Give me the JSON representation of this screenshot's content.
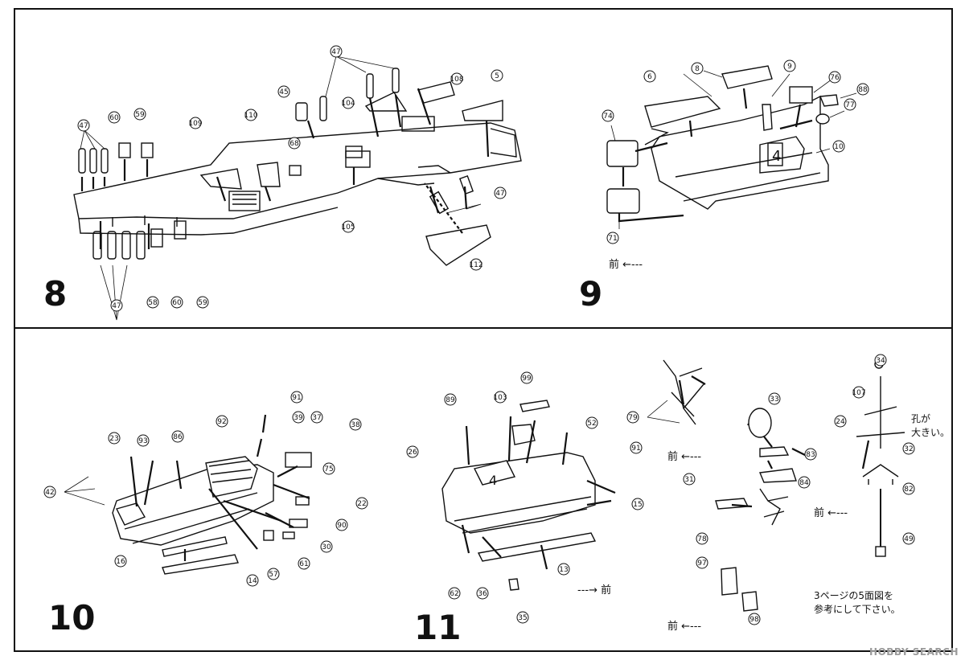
{
  "steps": [
    {
      "number": "8"
    },
    {
      "number": "9"
    },
    {
      "number": "10"
    },
    {
      "number": "11"
    }
  ],
  "front_label": "前",
  "note_hole": [
    "孔が",
    "大きい。"
  ],
  "note_ref": [
    "3ページの5面図を",
    "参考にして下さい。"
  ],
  "watermark": "HOBBY SEARCH",
  "parts": {
    "step8": [
      "47",
      "60",
      "59",
      "45",
      "47",
      "104",
      "108",
      "5",
      "109",
      "110",
      "68",
      "47",
      "47",
      "112",
      "105",
      "58",
      "60",
      "59"
    ],
    "step9": [
      "8",
      "9",
      "6",
      "76",
      "88",
      "77",
      "74",
      "10",
      "71"
    ],
    "step10": [
      "91",
      "92",
      "39",
      "37",
      "38",
      "23",
      "93",
      "86",
      "75",
      "42",
      "22",
      "90",
      "30",
      "61",
      "57",
      "16",
      "14"
    ],
    "step11": [
      "89",
      "103",
      "99",
      "52",
      "26",
      "91",
      "15",
      "62",
      "36",
      "13",
      "35",
      "79",
      "33",
      "107",
      "34",
      "24",
      "32",
      "83",
      "84",
      "31",
      "82",
      "78",
      "49",
      "97",
      "98"
    ]
  }
}
